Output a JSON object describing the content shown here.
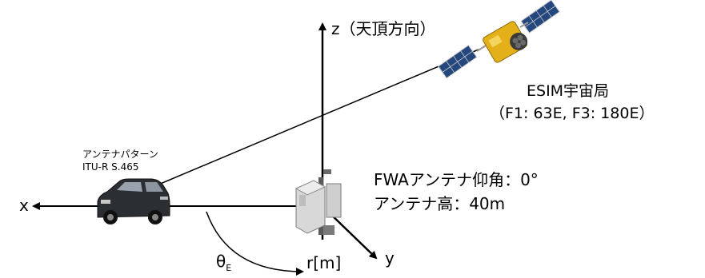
{
  "axes": {
    "z_label": "z（天頂方向）",
    "x_label": "x",
    "y_label": "y",
    "theta_label": "θ",
    "theta_subscript": "E",
    "r_label": "r[m]"
  },
  "satellite": {
    "label": "ESIM宇宙局",
    "positions": "（F1: 63E, F3: 180E）"
  },
  "vehicle": {
    "label_line1": "アンテナパターン",
    "label_line2": "ITU-R S.465"
  },
  "fwa": {
    "elevation": "FWAアンテナ仰角：0°",
    "height": "アンテナ高：40m"
  }
}
